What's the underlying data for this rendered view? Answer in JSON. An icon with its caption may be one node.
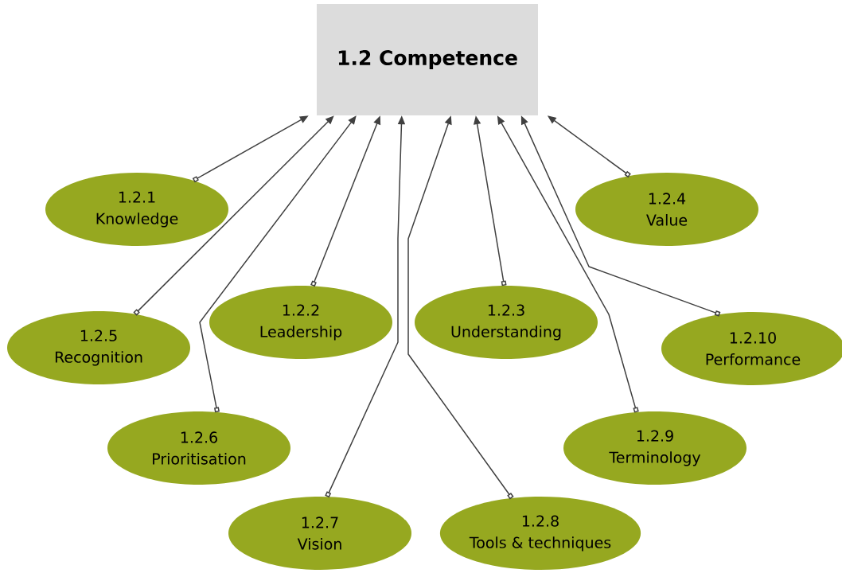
{
  "diagram": {
    "nodes": [
      {
        "text": [
          "1.2 Competence"
        ]
      },
      {
        "text": [
          "1.2.1",
          "Knowledge"
        ]
      },
      {
        "text": [
          "1.2.4",
          "Value"
        ]
      },
      {
        "text": [
          "1.2.5",
          "Recognition"
        ]
      },
      {
        "text": [
          "1.2.2",
          "Leadership"
        ]
      },
      {
        "text": [
          "1.2.3",
          "Understanding"
        ]
      },
      {
        "text": [
          "1.2.10",
          "Performance"
        ]
      },
      {
        "text": [
          "1.2.6",
          "Prioritisation"
        ]
      },
      {
        "text": [
          "1.2.9",
          "Terminology"
        ]
      },
      {
        "text": [
          "1.2.7",
          "Vision"
        ]
      },
      {
        "text": [
          "1.2.8",
          "Tools & techniques"
        ]
      }
    ],
    "edges": [
      {
        "from": 1,
        "to": 0,
        "arrow": "to"
      },
      {
        "from": 2,
        "to": 0,
        "arrow": "to"
      },
      {
        "from": 3,
        "to": 0,
        "arrow": "to"
      },
      {
        "from": 4,
        "to": 0,
        "arrow": "to"
      },
      {
        "from": 5,
        "to": 0,
        "arrow": "to"
      },
      {
        "from": 6,
        "to": 0,
        "arrow": "to"
      },
      {
        "from": 7,
        "to": 0,
        "arrow": "to"
      },
      {
        "from": 8,
        "to": 0,
        "arrow": "to"
      },
      {
        "from": 9,
        "to": 0,
        "arrow": "to"
      },
      {
        "from": 10,
        "to": 0,
        "arrow": "to"
      }
    ]
  }
}
